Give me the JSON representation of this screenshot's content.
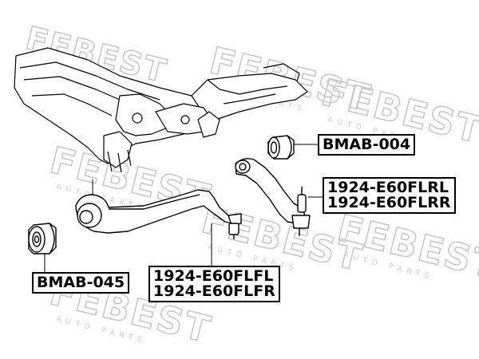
{
  "watermark": {
    "brand": "FEBEST",
    "tagline": "AUTO PARTS"
  },
  "parts": {
    "bushing_top": {
      "code": "BMAB-004"
    },
    "rear_arm": {
      "codes": [
        "1924-E60FLRL",
        "1924-E60FLRR"
      ]
    },
    "bushing_left": {
      "code": "BMAB-045"
    },
    "front_arm": {
      "codes": [
        "1924-E60FLFL",
        "1924-E60FLFR"
      ]
    }
  },
  "colors": {
    "line": "#000000",
    "watermark": "#c9c9c9",
    "background": "#ffffff"
  }
}
